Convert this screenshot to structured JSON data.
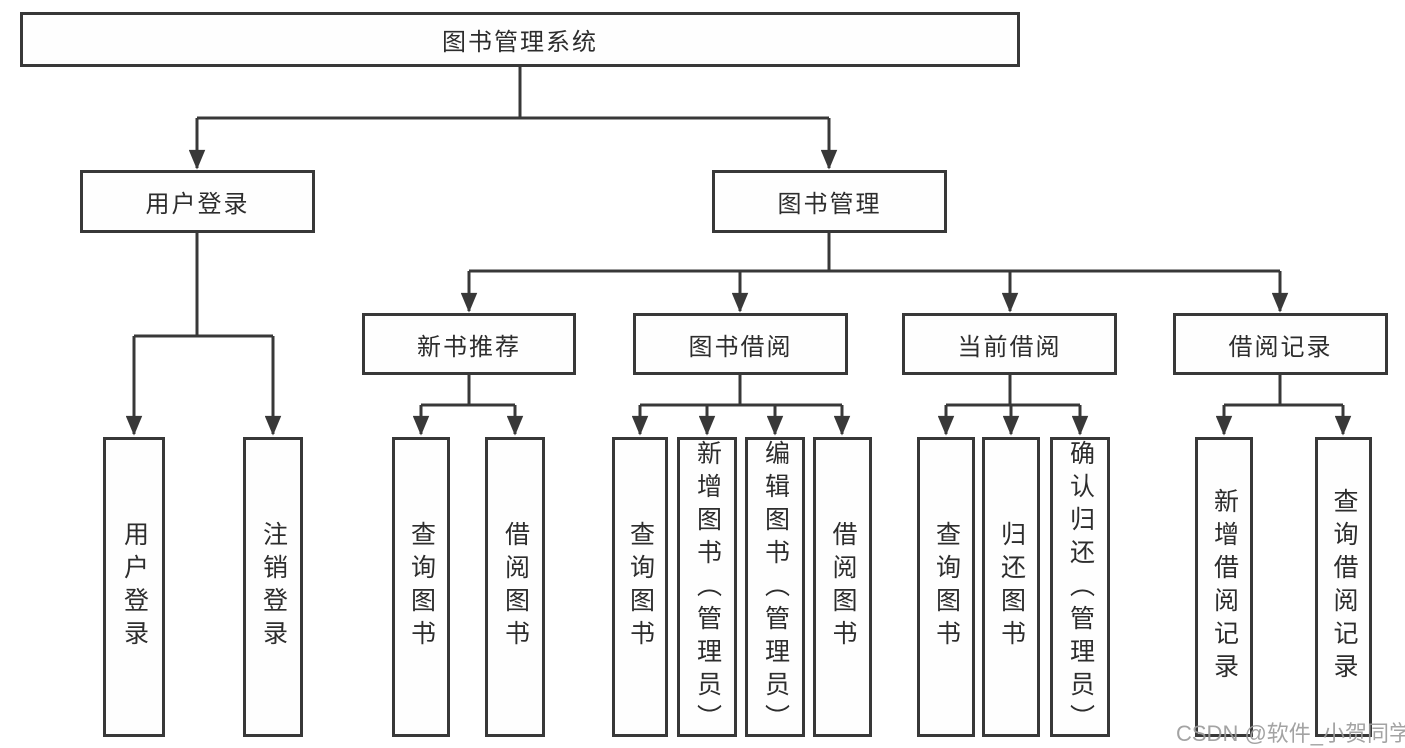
{
  "tree": {
    "root": "图书管理系统",
    "children": [
      {
        "label": "用户登录",
        "children": [
          {
            "label": "用户登录"
          },
          {
            "label": "注销登录"
          }
        ]
      },
      {
        "label": "图书管理",
        "children": [
          {
            "label": "新书推荐",
            "children": [
              {
                "label": "查询图书"
              },
              {
                "label": "借阅图书"
              }
            ]
          },
          {
            "label": "图书借阅",
            "children": [
              {
                "label": "查询图书"
              },
              {
                "label": "新增图书（管理员）"
              },
              {
                "label": "编辑图书（管理员）"
              },
              {
                "label": "借阅图书"
              }
            ]
          },
          {
            "label": "当前借阅",
            "children": [
              {
                "label": "查询图书"
              },
              {
                "label": "归还图书"
              },
              {
                "label": "确认归还（管理员）"
              }
            ]
          },
          {
            "label": "借阅记录",
            "children": [
              {
                "label": "新增借阅记录"
              },
              {
                "label": "查询借阅记录"
              }
            ]
          }
        ]
      }
    ]
  },
  "watermark": {
    "text": "CSDN @软件_小贺同学"
  },
  "colors": {
    "line": "#383838",
    "box_border": "#383838",
    "text": "#2d2d2d",
    "background": "#ffffff",
    "watermark": "#9b9b9b"
  }
}
